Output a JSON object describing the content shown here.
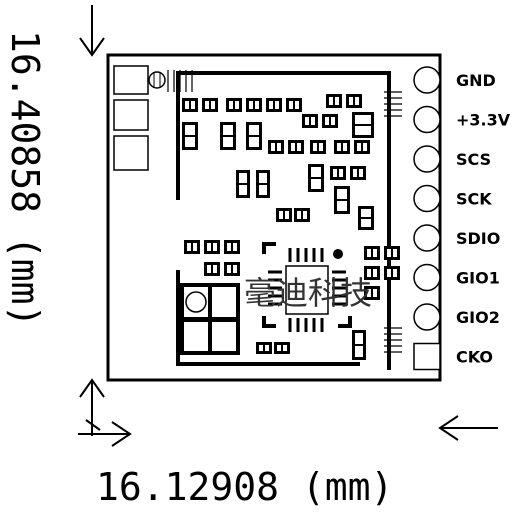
{
  "dimensions": {
    "height_label": "16.40858 (mm)",
    "width_label": "16.12908 (mm)"
  },
  "pins": [
    {
      "label": "GND",
      "pad": "circle"
    },
    {
      "label": "+3.3V",
      "pad": "circle"
    },
    {
      "label": "SCS",
      "pad": "circle"
    },
    {
      "label": "SCK",
      "pad": "circle"
    },
    {
      "label": "SDIO",
      "pad": "circle"
    },
    {
      "label": "GIO1",
      "pad": "circle"
    },
    {
      "label": "GIO2",
      "pad": "circle"
    },
    {
      "label": "CKO",
      "pad": "square"
    }
  ],
  "watermark": "毫迪科技",
  "colors": {
    "ink": "#000000",
    "background": "#ffffff"
  }
}
